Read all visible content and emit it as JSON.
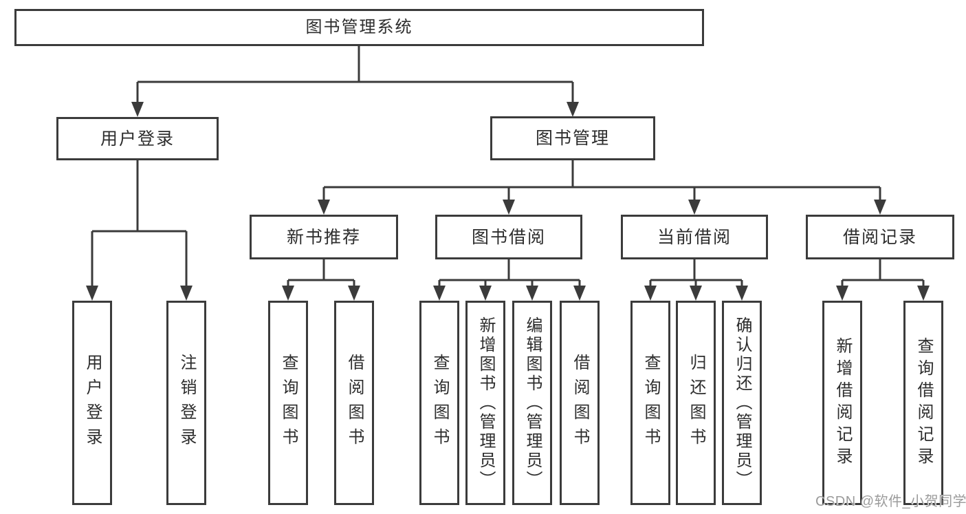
{
  "colors": {
    "line": "#3b3b3b",
    "box-border": "#3b3b3b",
    "box-fill": "#ffffff",
    "text": "#2d2d2d",
    "watermark": "#9b9b9b",
    "canvas-bg": "#ffffff"
  },
  "tree": {
    "root": "图书管理系统",
    "branches": [
      {
        "label": "用户登录",
        "children": [
          "用户登录",
          "注销登录"
        ]
      },
      {
        "label": "图书管理",
        "children": [
          {
            "label": "新书推荐",
            "children": [
              "查询图书",
              "借阅图书"
            ]
          },
          {
            "label": "图书借阅",
            "children": [
              "查询图书",
              "新增图书（管理员）",
              "编辑图书（管理员）",
              "借阅图书"
            ]
          },
          {
            "label": "当前借阅",
            "children": [
              "查询图书",
              "归还图书",
              "确认归还（管理员）"
            ]
          },
          {
            "label": "借阅记录",
            "children": [
              "新增借阅记录",
              "查询借阅记录"
            ]
          }
        ]
      }
    ]
  },
  "watermark": "CSDN @软件_小贺同学"
}
